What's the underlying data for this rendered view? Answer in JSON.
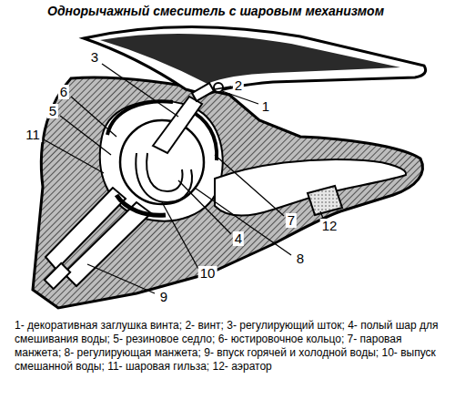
{
  "diagram": {
    "title": "Однорычажный смеситель с шаровым механизмом",
    "caption": "1- декоративная заглушка винта; 2- винт; 3- регулирующий шток; 4- полый шар для смешивания воды; 5- резиновое седло; 6- юстировочное кольцо; 7- паровая манжета; 8- регулирующая манжета; 9- впуск горячей и холодной воды; 10- выпуск смешанной воды; 11- шаровая гильза; 12- аэратор",
    "labels": [
      "1",
      "2",
      "3",
      "4",
      "5",
      "6",
      "7",
      "8",
      "9",
      "10",
      "11",
      "12"
    ]
  }
}
